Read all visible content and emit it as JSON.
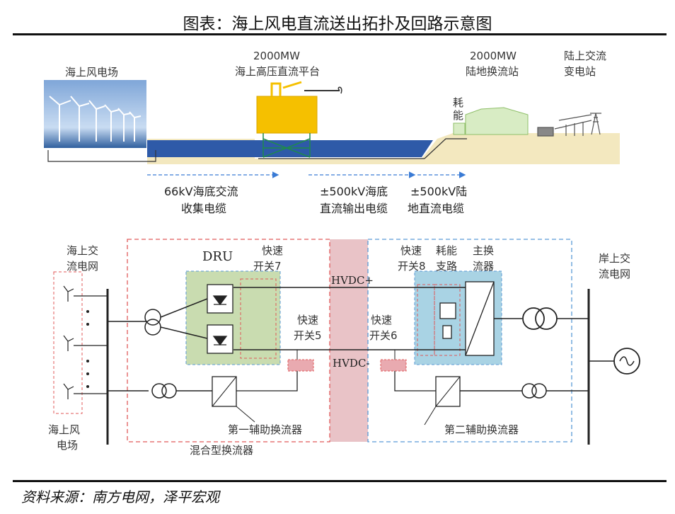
{
  "title": "图表：海上风电直流送出拓扑及回路示意图",
  "source": "资料来源：南方电网，泽平宏观",
  "top": {
    "windfarm": "海上风电场",
    "platform_power": "2000MW",
    "platform_name": "海上高压直流平台",
    "onshore_power": "2000MW",
    "onshore_name": "陆地换流站",
    "substation_l1": "陆上交流",
    "substation_l2": "变电站",
    "energy_l1": "耗",
    "energy_l2": "能",
    "seg1_l1": "66kV海底交流",
    "seg1_l2": "收集电缆",
    "seg2_l1": "±500kV海底",
    "seg2_l2": "直流输出电缆",
    "seg3_l1": "±500kV陆",
    "seg3_l2": "地直流电缆"
  },
  "bottom": {
    "offshore_grid_l1": "海上交",
    "offshore_grid_l2": "流电网",
    "windfarm_l1": "海上风",
    "windfarm_l2": "电场",
    "dru": "DRU",
    "sw7_l1": "快速",
    "sw7_l2": "开关7",
    "sw5_l1": "快速",
    "sw5_l2": "开关5",
    "sw6_l1": "快速",
    "sw6_l2": "开关6",
    "sw8_l1": "快速",
    "sw8_l2": "开关8",
    "chopper_l1": "耗能",
    "chopper_l2": "支路",
    "main_conv_l1": "主换",
    "main_conv_l2": "流器",
    "shore_grid_l1": "岸上交",
    "shore_grid_l2": "流电网",
    "hvdc_pos": "HVDC+",
    "hvdc_neg": "HVDC-",
    "aux1": "第一辅助换流器",
    "aux2": "第二辅助换流器",
    "hybrid": "混合型换流器"
  }
}
